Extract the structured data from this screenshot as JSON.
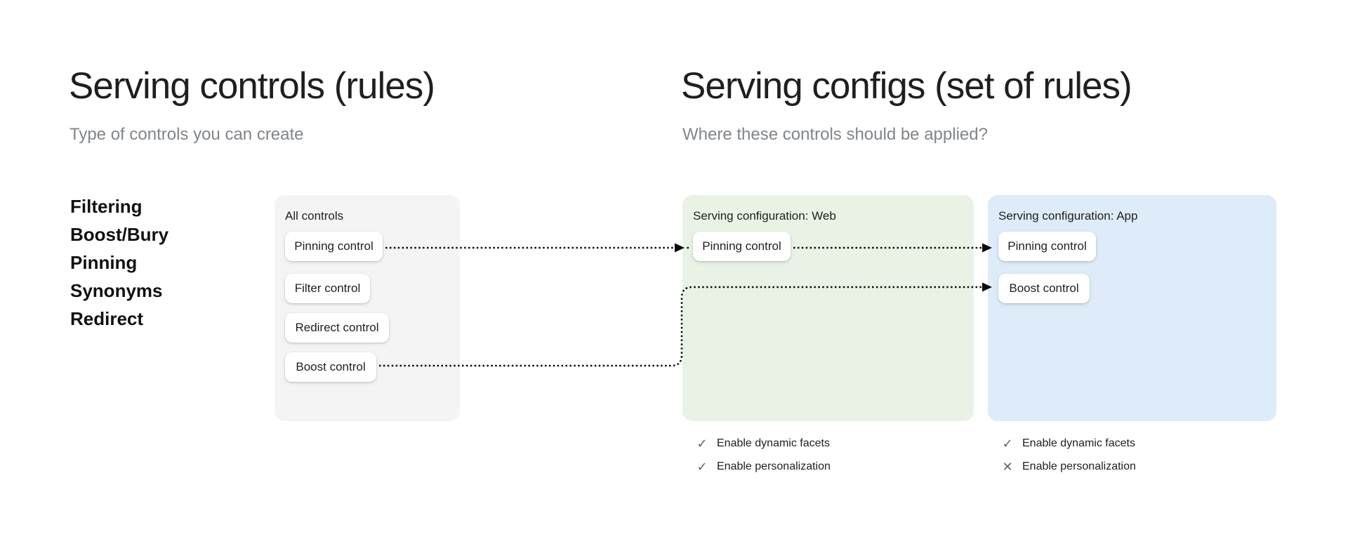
{
  "left_section": {
    "title": "Serving controls (rules)",
    "subtitle": "Type of controls you can create",
    "control_types": [
      "Filtering",
      "Boost/Bury",
      "Pinning",
      "Synonyms",
      "Redirect"
    ],
    "all_controls_card": {
      "label": "All controls",
      "background": "#f4f4f5",
      "controls": [
        "Pinning control",
        "Filter control",
        "Redirect control",
        "Boost control"
      ]
    }
  },
  "right_section": {
    "title": "Serving configs (set of rules)",
    "subtitle": "Where these controls should be applied?",
    "web_config": {
      "label": "Serving configuration: Web",
      "background": "#e9f2e4",
      "controls": [
        "Pinning control"
      ],
      "features": [
        {
          "icon": "✓",
          "label": "Enable dynamic facets",
          "enabled": "true"
        },
        {
          "icon": "✓",
          "label": "Enable personalization",
          "enabled": "true"
        }
      ]
    },
    "app_config": {
      "label": "Serving configuration: App",
      "background": "#ddecf8",
      "controls": [
        "Pinning control",
        "Boost control"
      ],
      "features": [
        {
          "icon": "✓",
          "label": "Enable dynamic facets",
          "enabled": "true"
        },
        {
          "icon": "✕",
          "label": "Enable personalization",
          "enabled": "false"
        }
      ]
    }
  },
  "colors": {
    "heading": "#1f1f1f",
    "subtitle": "#80868b",
    "connector": "#0a0a0a",
    "feature_icon": "#5f6368",
    "card_gray": "#f4f4f5",
    "card_green": "#e9f2e4",
    "card_blue": "#ddecf8"
  }
}
